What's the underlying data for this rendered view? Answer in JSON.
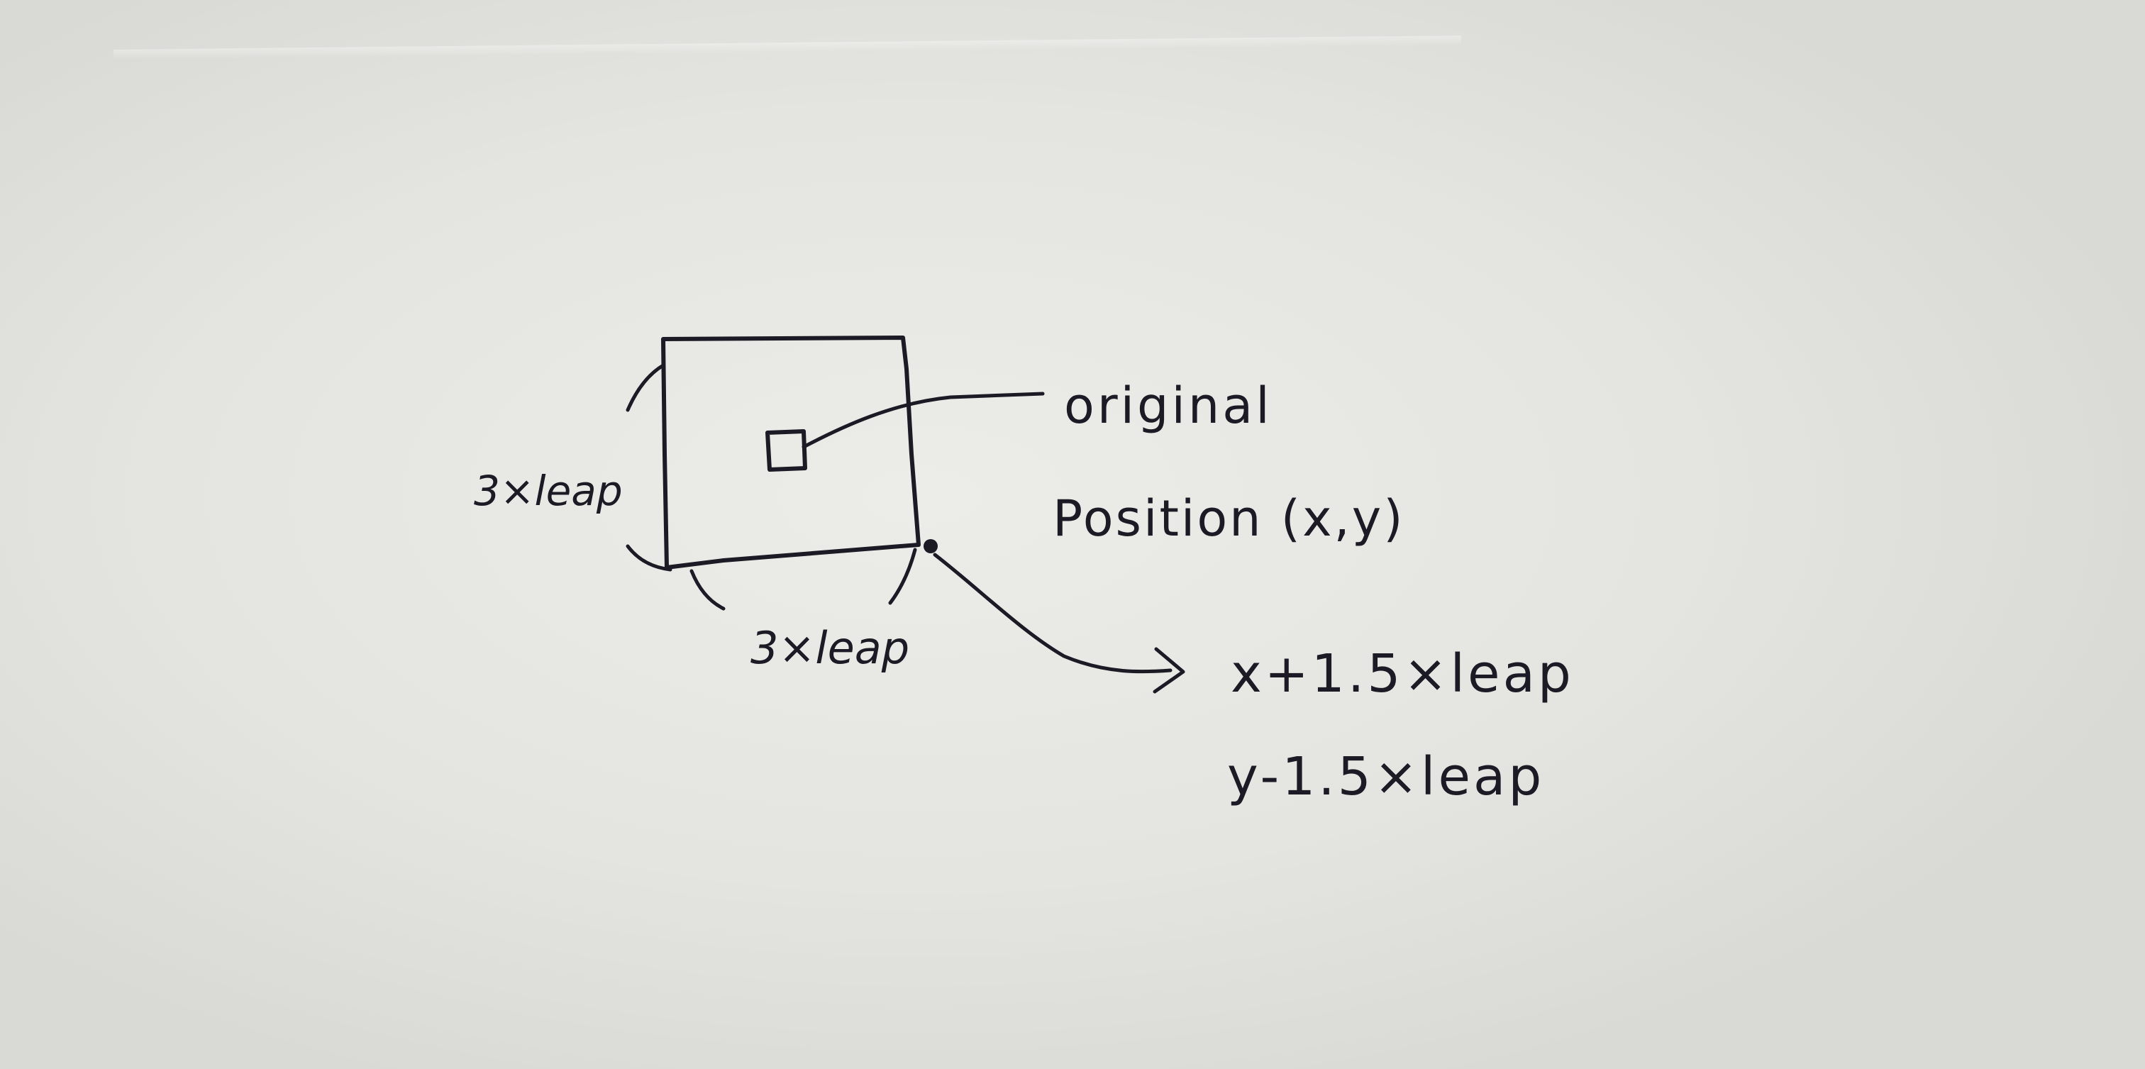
{
  "diagram": {
    "side_label": "3×leap",
    "bottom_label": "3×leap",
    "origin_label_line1": "original",
    "origin_label_line2": "Position (x,y)",
    "corner_label_line1": "x+1.5×leap",
    "corner_label_line2": "y-1.5×leap"
  },
  "colors": {
    "paper": "#e6e6e2",
    "ink": "#1c1a24"
  }
}
